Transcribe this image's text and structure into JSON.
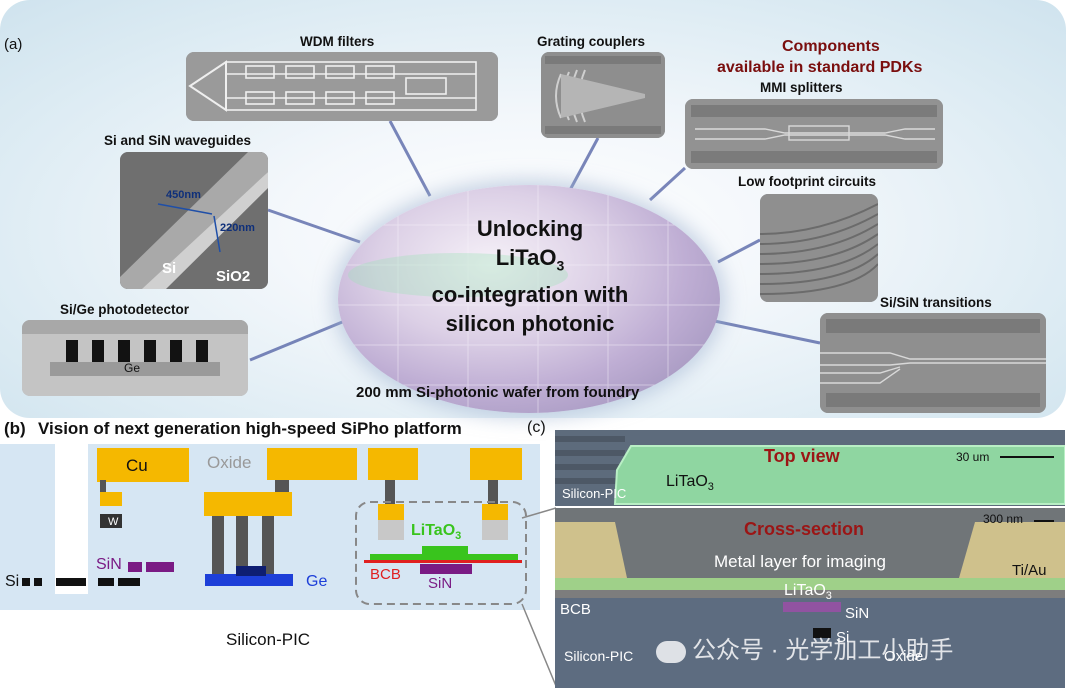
{
  "panel_a": {
    "label": "(a)",
    "center": {
      "line1": "Unlocking",
      "line2": "LiTaO",
      "line2_sub": "3",
      "line3": "co-integration with",
      "line4": "silicon photonic"
    },
    "wafer_caption": "200 mm Si-photonic wafer from foundry",
    "pdk_title_1": "Components",
    "pdk_title_2": "available in standard PDKs",
    "components": {
      "wdm": "WDM filters",
      "grating": "Grating couplers",
      "mmi": "MMI splitters",
      "waveguides": "Si and SiN waveguides",
      "low_footprint": "Low footprint circuits",
      "photodetector": "Si/Ge photodetector",
      "transitions": "Si/SiN transitions"
    },
    "waveguide_dims": {
      "width": "450nm",
      "height": "220nm",
      "si": "Si",
      "sio2": "SiO2"
    },
    "photodetector_ge": "Ge"
  },
  "panel_b": {
    "label": "(b)",
    "title": "Vision of next generation high-speed SiPho platform",
    "cu": "Cu",
    "oxide": "Oxide",
    "w": "W",
    "sin": "SiN",
    "si": "Si",
    "ge": "Ge",
    "litao3": "LiTaO",
    "litao3_sub": "3",
    "bcb": "BCB",
    "sin2": "SiN",
    "caption": "Silicon-PIC"
  },
  "panel_c": {
    "label": "(c)",
    "top_view": "Top view",
    "scale_top": "30 um",
    "silicon_pic_top": "Silicon-PIC",
    "litao3_top": "LiTaO",
    "litao3_top_sub": "3",
    "cross_section": "Cross-section",
    "scale_cross": "300 nm",
    "metal_layer": "Metal layer for imaging",
    "tiau": "Ti/Au",
    "litao3_cross": "LiTaO",
    "litao3_cross_sub": "3",
    "bcb": "BCB",
    "sin": "SiN",
    "si": "Si",
    "silicon_pic_bottom": "Silicon-PIC",
    "oxide": "Oxide"
  },
  "watermark": "公众号 · 光学加工小助手",
  "colors": {
    "pdk_title": "#7a0e0e",
    "cu": "#f5b800",
    "sin_purple": "#7a1b84",
    "ge_blue": "#1d3fd8",
    "litao3_green": "#39c41d",
    "bcb_red": "#e02020",
    "cross_red": "#9b1515"
  }
}
